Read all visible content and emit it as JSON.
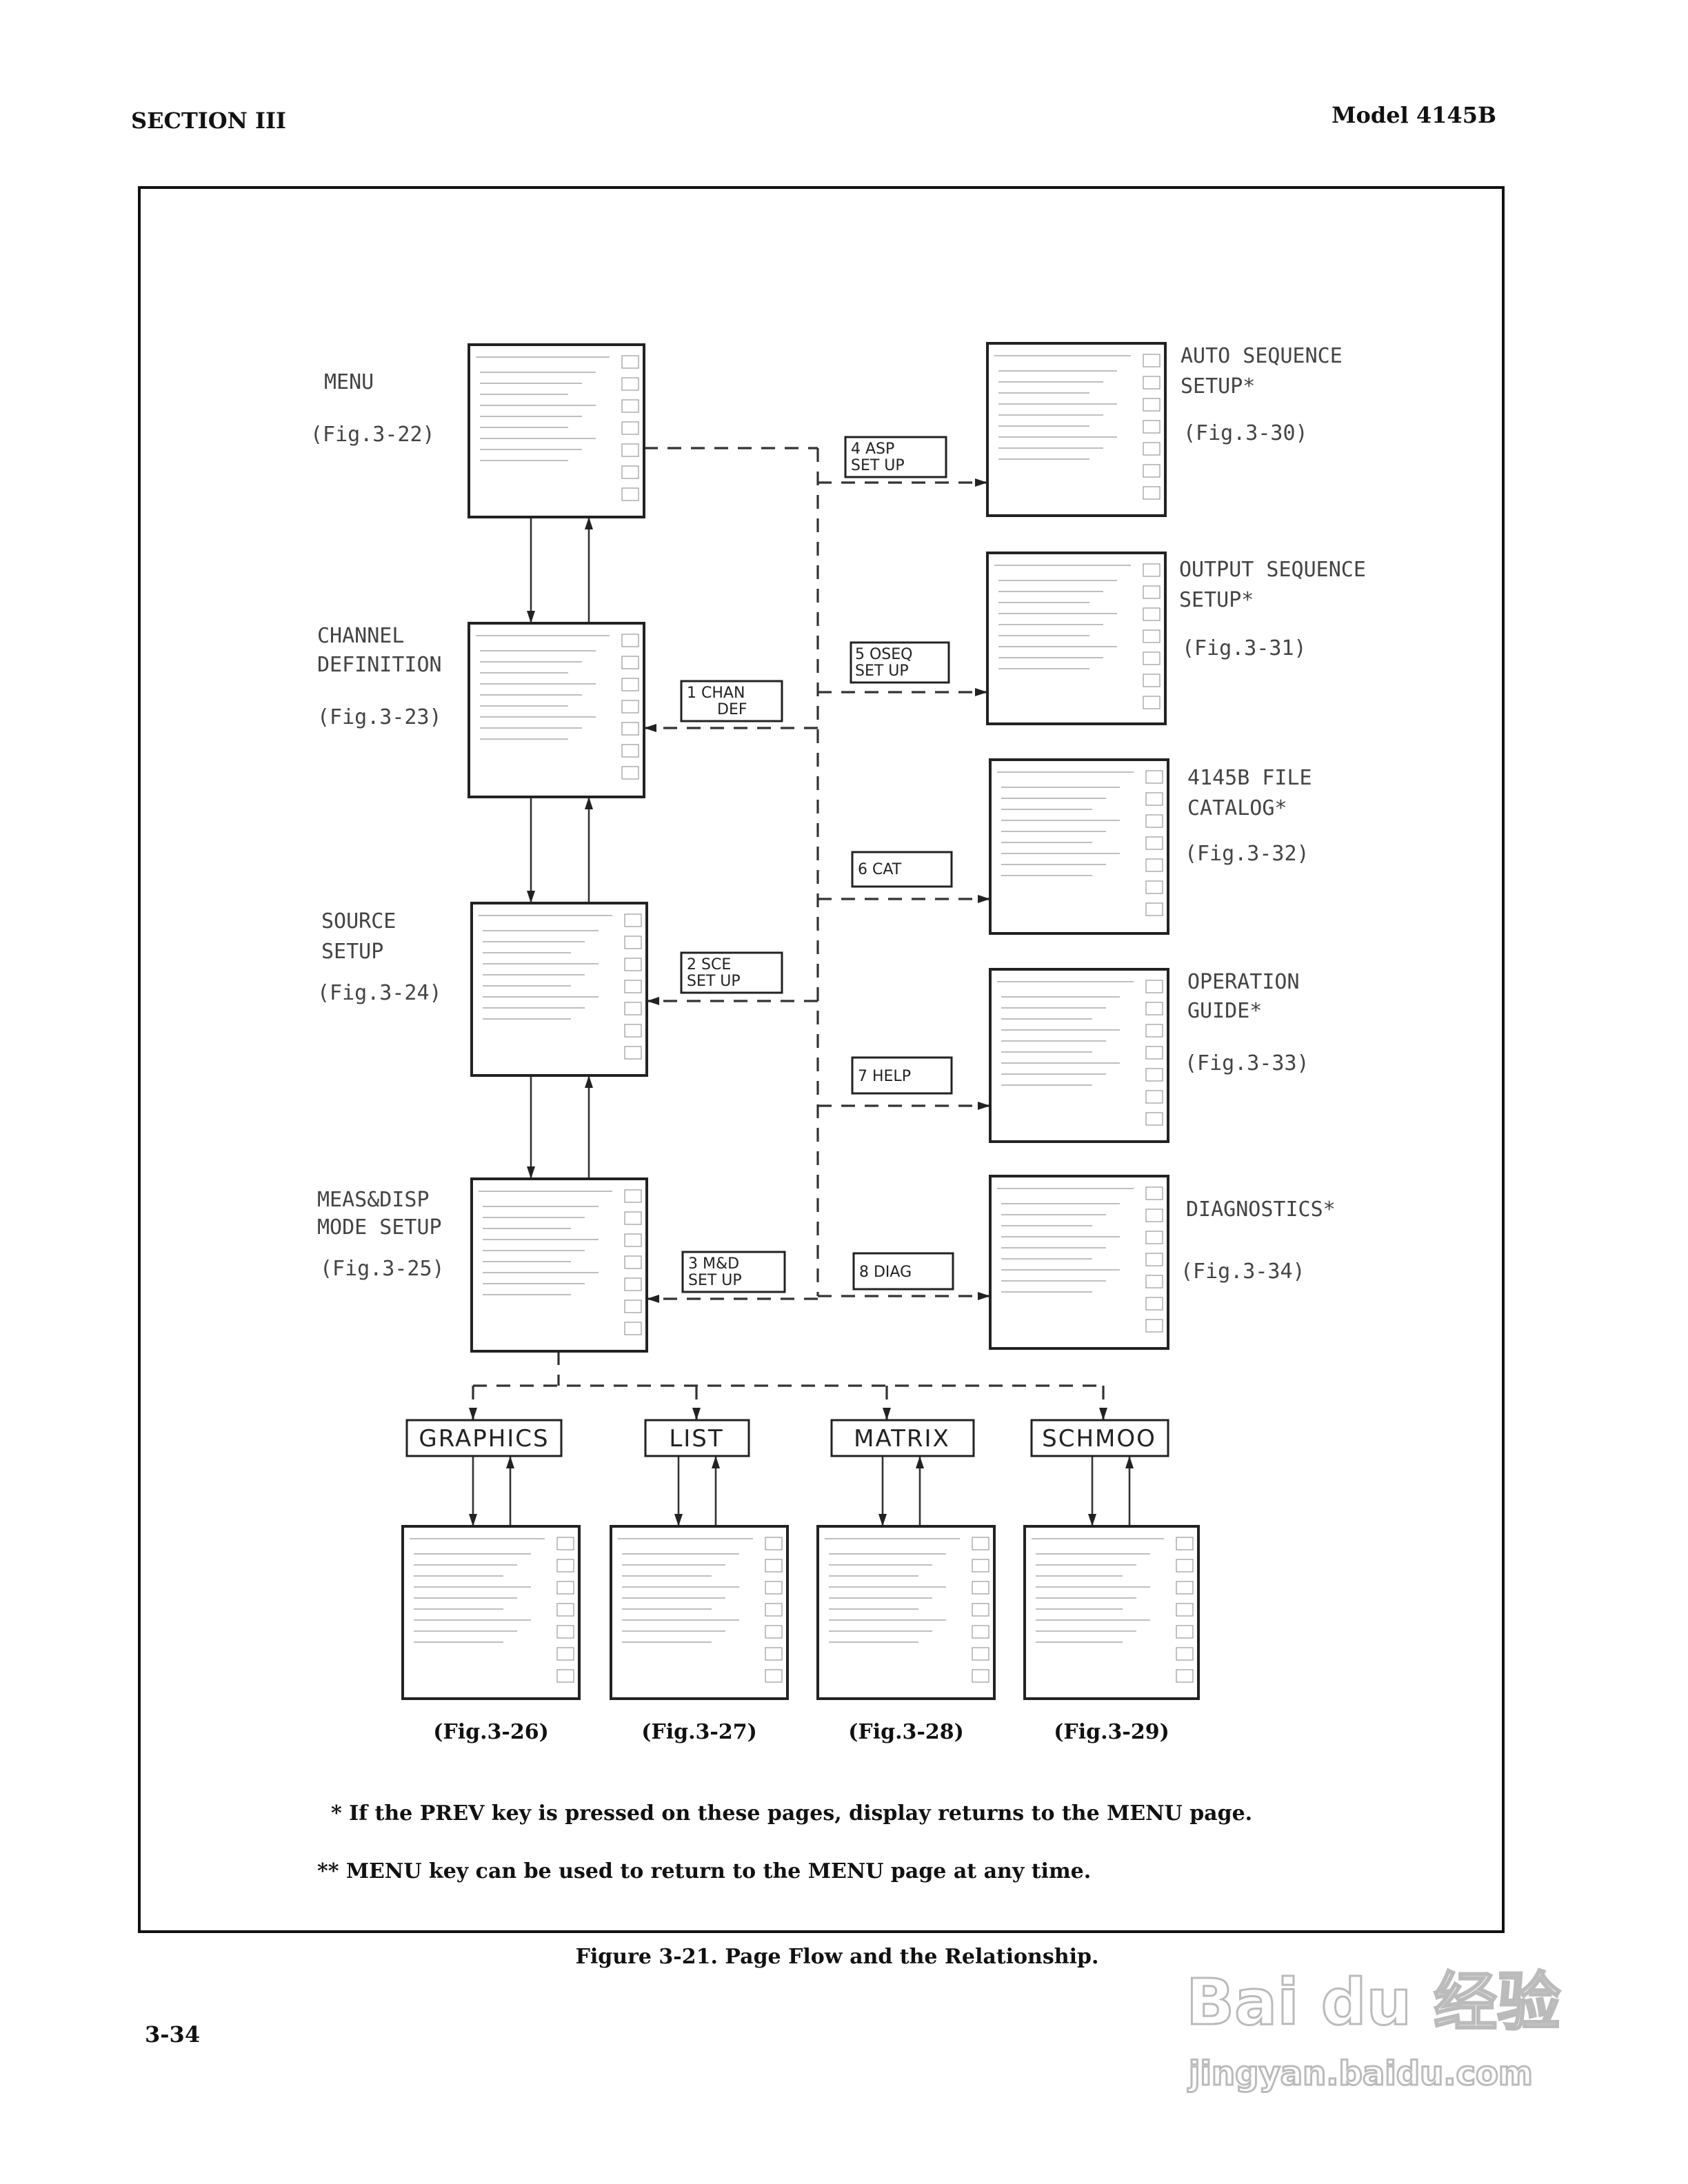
{
  "header": {
    "section": "SECTION III",
    "model": "Model 4145B"
  },
  "left_pages": [
    {
      "title_lines": [
        "MENU"
      ],
      "fig": "(Fig.3-22)"
    },
    {
      "title_lines": [
        "CHANNEL",
        "DEFINITION"
      ],
      "fig": "(Fig.3-23)"
    },
    {
      "title_lines": [
        "SOURCE",
        "SETUP"
      ],
      "fig": "(Fig.3-24)"
    },
    {
      "title_lines": [
        "MEAS&DISP",
        "MODE SETUP"
      ],
      "fig": "(Fig.3-25)"
    }
  ],
  "right_pages": [
    {
      "title_lines": [
        "AUTO SEQUENCE",
        "SETUP*"
      ],
      "fig": "(Fig.3-30)",
      "key_lines": [
        "4 ASP",
        "SET UP"
      ]
    },
    {
      "title_lines": [
        "OUTPUT SEQUENCE",
        "SETUP*"
      ],
      "fig": "(Fig.3-31)",
      "key_lines": [
        "5 OSEQ",
        "SET UP"
      ]
    },
    {
      "title_lines": [
        "4145B FILE",
        "CATALOG*"
      ],
      "fig": "(Fig.3-32)",
      "key_lines": [
        "6 CAT"
      ]
    },
    {
      "title_lines": [
        "OPERATION",
        "GUIDE*"
      ],
      "fig": "(Fig.3-33)",
      "key_lines": [
        "7 HELP"
      ]
    },
    {
      "title_lines": [
        "DIAGNOSTICS*"
      ],
      "fig": "(Fig.3-34)",
      "key_lines": [
        "8 DIAG"
      ]
    }
  ],
  "left_keys": [
    {
      "lines": [
        "1 CHAN",
        "DEF"
      ]
    },
    {
      "lines": [
        "2 SCE",
        "SET UP"
      ]
    },
    {
      "lines": [
        "3 M&D",
        "SET UP"
      ]
    }
  ],
  "display_modes": [
    {
      "label": "GRAPHICS",
      "fig": "(Fig.3-26)"
    },
    {
      "label": "LIST",
      "fig": "(Fig.3-27)"
    },
    {
      "label": "MATRIX",
      "fig": "(Fig.3-28)"
    },
    {
      "label": "SCHMOO",
      "fig": "(Fig.3-29)"
    }
  ],
  "notes": [
    "* If the  PREV  key is pressed on these pages, display returns to the MENU page.",
    "** MENU  key can be used to return to the  MENU  page at any time."
  ],
  "figure_caption": "Figure 3-21.  Page Flow and the Relationship.",
  "page_number": "3-34",
  "watermark": {
    "logo": "Bai du 经验",
    "url": "jingyan.baidu.com"
  }
}
